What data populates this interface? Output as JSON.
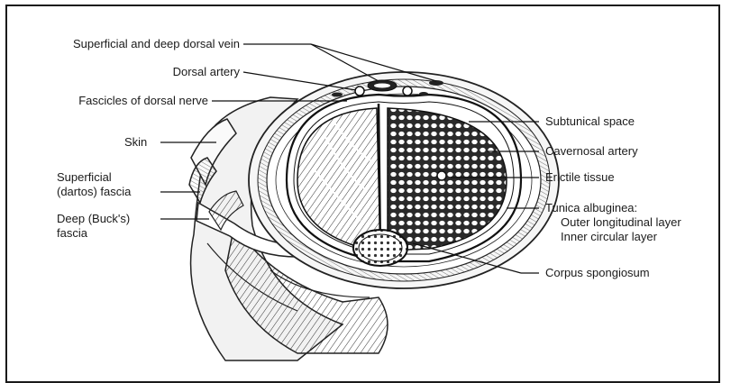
{
  "figure": {
    "labels_left": {
      "veins": "Superficial and deep dorsal vein",
      "artery": "Dorsal artery",
      "nerve": "Fascicles of dorsal nerve",
      "skin": "Skin",
      "dartos_1": "Superficial",
      "dartos_2": "(dartos) fascia",
      "bucks_1": "Deep (Buck's)",
      "bucks_2": "fascia"
    },
    "labels_right": {
      "subtunical": "Subtunical space",
      "cavernosal": "Cavernosal artery",
      "erectile": "Erictile tissue",
      "tunica": "Tunica albuginea:",
      "outer": "Outer longitudinal layer",
      "inner": "Inner circular layer",
      "spongiosum": "Corpus spongiosum"
    }
  }
}
